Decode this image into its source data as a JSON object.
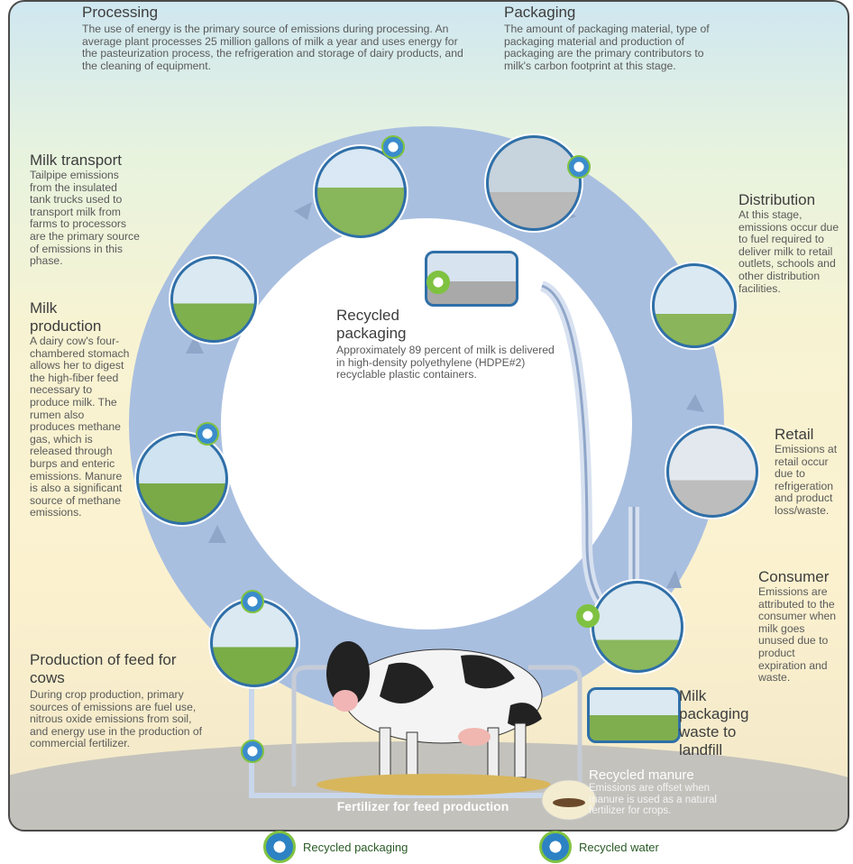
{
  "stages": {
    "processing": {
      "title": "Processing",
      "text": "The use of energy is the primary source of emissions during processing. An average plant processes 25 million gallons of milk a year and uses energy for the pasteurization process, the refrigeration and storage of dairy products, and the cleaning of equipment."
    },
    "packaging": {
      "title": "Packaging",
      "text": "The amount of packaging material, type of packaging material and production of packaging are the primary contributors to milk's carbon footprint at this stage."
    },
    "milk_transport": {
      "title": "Milk transport",
      "text": "Tailpipe emissions from the insulated tank trucks used to transport milk from farms to processors are the primary source of emissions in this phase."
    },
    "distribution": {
      "title": "Distribution",
      "text": "At this stage, emissions occur due to fuel required to deliver milk to retail outlets, schools and other distribution facilities."
    },
    "recycled_packaging": {
      "title": "Recycled packaging",
      "text": "Approximately 89 percent of milk is delivered in high-density polyethylene (HDPE#2) recyclable plastic containers."
    },
    "milk_production": {
      "title": "Milk production",
      "text": "A dairy cow's four-chambered stomach allows her to digest the high-fiber feed necessary to produce milk. The rumen also produces methane gas, which is released through burps and enteric emissions. Manure is also a significant source of methane emissions."
    },
    "retail": {
      "title": "Retail",
      "text": "Emissions at retail occur due to refrigeration and product loss/waste."
    },
    "consumer": {
      "title": "Consumer",
      "text": "Emissions are attributed to the consumer when milk goes unused due to product expiration and waste."
    },
    "landfill": {
      "title": "Milk packaging waste to landfill"
    },
    "feed": {
      "title": "Production of feed for cows",
      "text": "During crop production, primary sources of emissions are fuel use, nitrous oxide emissions from soil, and energy use in the production of commercial fertilizer."
    },
    "manure": {
      "title": "Recycled manure",
      "text": "Emissions are offset when manure is used as a natural fertilizer for crops."
    },
    "fertilizer": {
      "label": "Fertilizer for feed production"
    }
  },
  "legend": {
    "recycled_packaging": "Recycled packaging",
    "recycled_water": "Recycled water"
  },
  "colors": {
    "ring": "#a9bfe0",
    "arrow": "#8fa6c9",
    "accent_blue": "#2f6fa8",
    "accent_green": "#7fc241"
  }
}
